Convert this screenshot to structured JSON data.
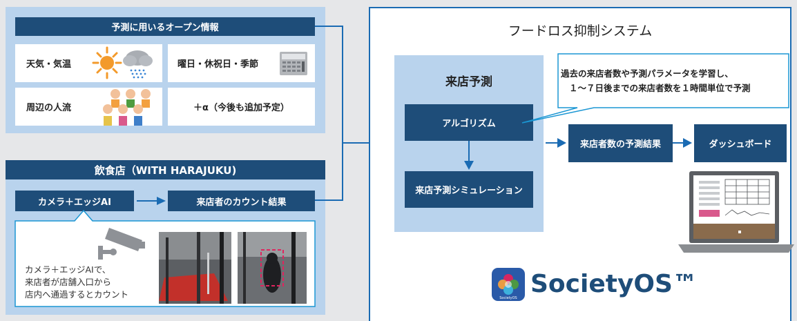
{
  "open_info": {
    "title": "予測に用いるオープン情報",
    "items": [
      {
        "label": "天気・気温",
        "icon": "weather-icon"
      },
      {
        "label": "曜日・休祝日・季節",
        "icon": "calendar-icon"
      },
      {
        "label": "周辺の人流",
        "icon": "crowd-icon"
      },
      {
        "label": "＋α（今後も追加予定）",
        "icon": ""
      }
    ]
  },
  "restaurant": {
    "title": "飲食店（WITH HARAJUKU)",
    "camera_label": "カメラ＋エッジAI",
    "count_label": "来店者のカウント結果",
    "description": [
      "カメラ＋エッジAIで、",
      "来店者が店舗入口から",
      "店内へ通過するとカウント"
    ]
  },
  "system": {
    "title": "フードロス抑制システム",
    "forecast_title": "来店予測",
    "algorithm_label": "アルゴリズム",
    "simulation_label": "来店予測シミュレーション",
    "callout": [
      "過去の来店者数や予測パラメータを学習し、",
      "１〜７日後までの来店者数を１時間単位で予測"
    ],
    "result_label": "来店者数の予測結果",
    "dashboard_label": "ダッシュボード",
    "brand": "SocietyOS™",
    "logo_text": "SocietyOS"
  },
  "colors": {
    "navy": "#1e4d79",
    "light_blue": "#b9d3ed",
    "arrow": "#1a6bb3",
    "accent_red": "#e0245e"
  }
}
